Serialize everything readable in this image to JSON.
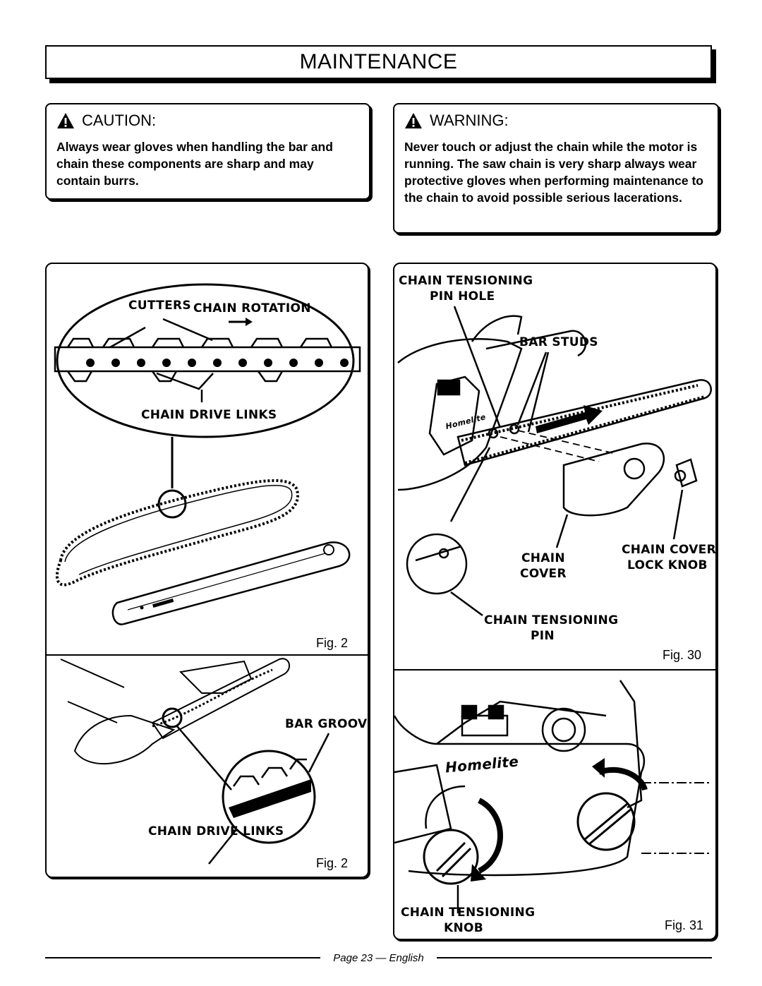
{
  "header": {
    "title": "MAINTENANCE"
  },
  "caution": {
    "heading": "CAUTION:",
    "text": "Always wear gloves when handling the bar and chain these components are sharp and may contain burrs."
  },
  "warning": {
    "heading": "WARNING:",
    "text": "Never touch or adjust the chain while the motor is running. The saw chain is very sharp always wear protective gloves when performing maintenance to the chain to avoid possible serious lacerations."
  },
  "fig2_top": {
    "label_cutters": "CUTTERS",
    "label_chain_rotation": "CHAIN ROTATION",
    "label_chain_drive_links": "CHAIN DRIVE LINKS",
    "fig_label": "Fig. 2"
  },
  "fig2_bottom": {
    "label_bar_groove": "BAR GROOVE",
    "label_chain_drive_links": "CHAIN DRIVE LINKS",
    "fig_label": "Fig. 2"
  },
  "fig30": {
    "label_pin_hole_1": "CHAIN TENSIONING",
    "label_pin_hole_2": "PIN HOLE",
    "label_bar_studs": "BAR STUDS",
    "label_chain_cover_1": "CHAIN",
    "label_chain_cover_2": "COVER",
    "label_lock_knob_1": "CHAIN COVER",
    "label_lock_knob_2": "LOCK KNOB",
    "label_pin_1": "CHAIN TENSIONING",
    "label_pin_2": "PIN",
    "brand": "Homelite",
    "fig_label": "Fig. 30"
  },
  "fig31": {
    "label_knob_1": "CHAIN TENSIONING",
    "label_knob_2": "KNOB",
    "brand": "Homelite",
    "fig_label": "Fig. 31"
  },
  "footer": {
    "page_text": "Page 23  — English"
  }
}
